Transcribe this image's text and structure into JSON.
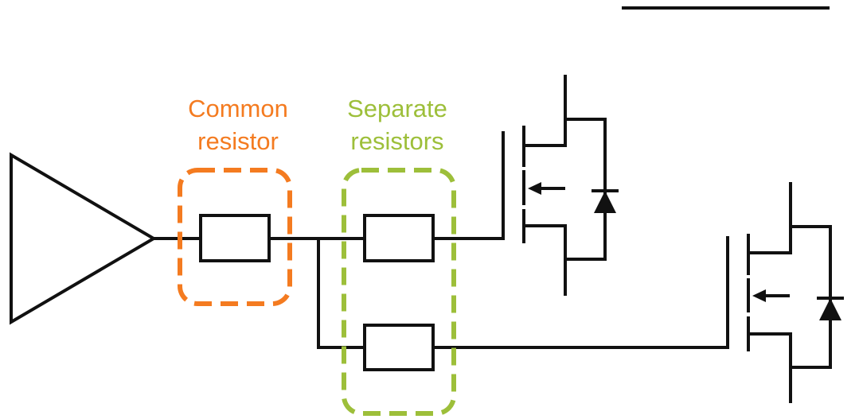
{
  "labels": {
    "common_line1": "Common",
    "common_line2": "resistor",
    "separate_line1": "Separate",
    "separate_line2": "resistors"
  },
  "colors": {
    "common_group": "#f47b20",
    "separate_group": "#9dbf3a",
    "wire": "#111111"
  }
}
